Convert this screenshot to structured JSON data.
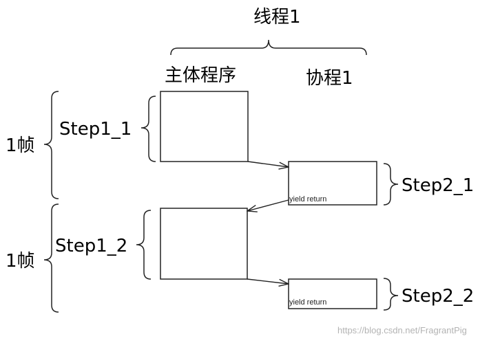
{
  "thread_label": "线程1",
  "main_program_label": "主体程序",
  "coroutine_label": "协程1",
  "frames": [
    {
      "frame_label": "1帧",
      "main_step": "Step1_1",
      "coroutine_step": "Step2_1",
      "yield_text": "yield return"
    },
    {
      "frame_label": "1帧",
      "main_step": "Step1_2",
      "coroutine_step": "Step2_2",
      "yield_text": "yield return"
    }
  ],
  "watermark": "https://blog.csdn.net/FragrantPig"
}
